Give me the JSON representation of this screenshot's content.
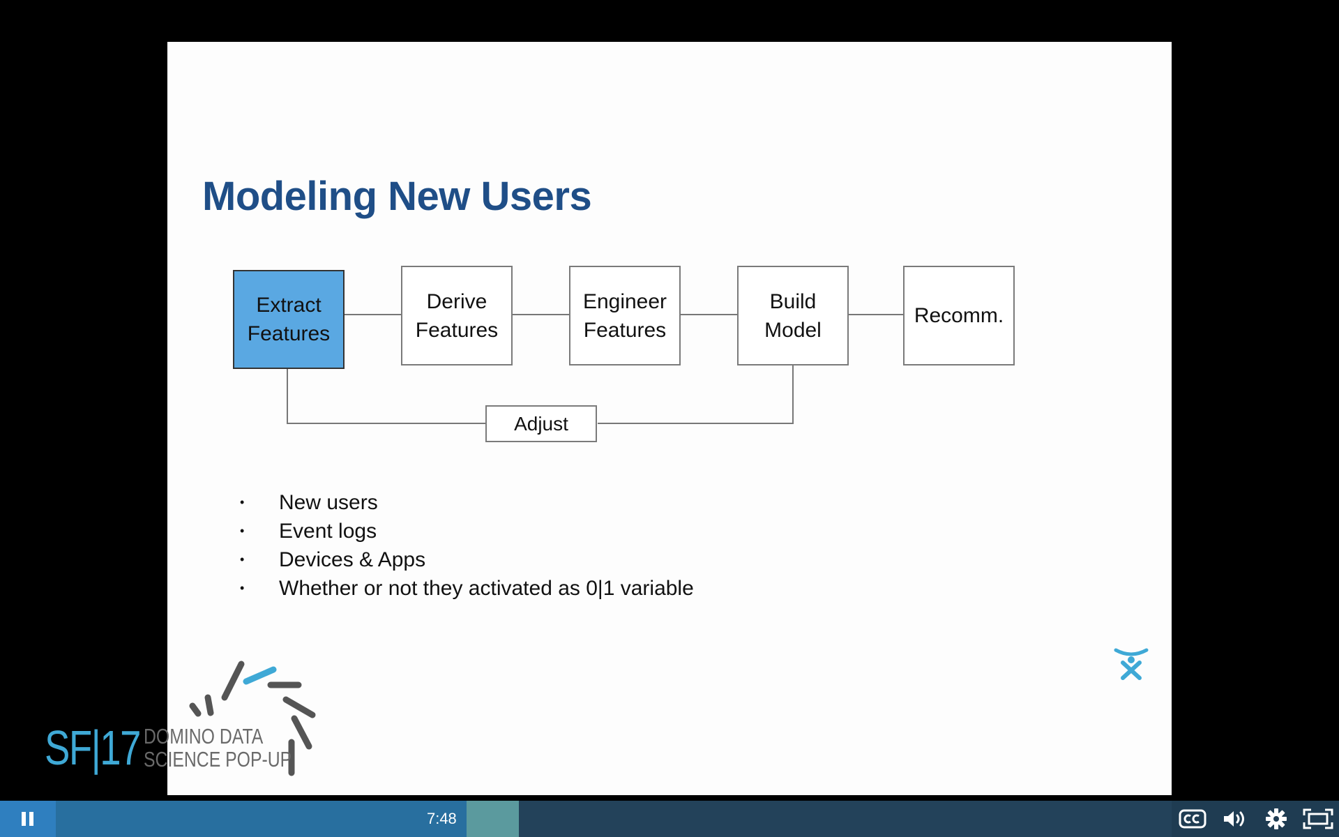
{
  "slide": {
    "title": "Modeling New Users",
    "flow": {
      "boxes": [
        {
          "label": "Extract\nFeatures",
          "active": true
        },
        {
          "label": "Derive\nFeatures",
          "active": false
        },
        {
          "label": "Engineer\nFeatures",
          "active": false
        },
        {
          "label": "Build\nModel",
          "active": false
        },
        {
          "label": "Recomm.",
          "active": false
        }
      ],
      "adjust_label": "Adjust"
    },
    "bullets": [
      "New users",
      "Event logs",
      "Devices & Apps",
      "Whether or not they activated as 0|1 variable"
    ]
  },
  "branding": {
    "event": "SF|17",
    "line1": "DOMINO DATA",
    "line2": "SCIENCE POP-UP",
    "accent_color": "#3fa9d6",
    "logo_icon": "atlassian-logo-icon"
  },
  "player": {
    "current_time": "7:48",
    "played_fraction": 0.368,
    "buffered_fraction": 0.415,
    "icons": {
      "play": "pause-icon",
      "captions": "closed-captions-icon",
      "volume": "volume-icon",
      "settings": "gear-icon",
      "fullscreen": "fullscreen-icon"
    },
    "colors": {
      "bar": "#1f3c52",
      "played": "#286f9f",
      "buffered": "#5b9a9e",
      "button": "#2f7fbf"
    }
  }
}
